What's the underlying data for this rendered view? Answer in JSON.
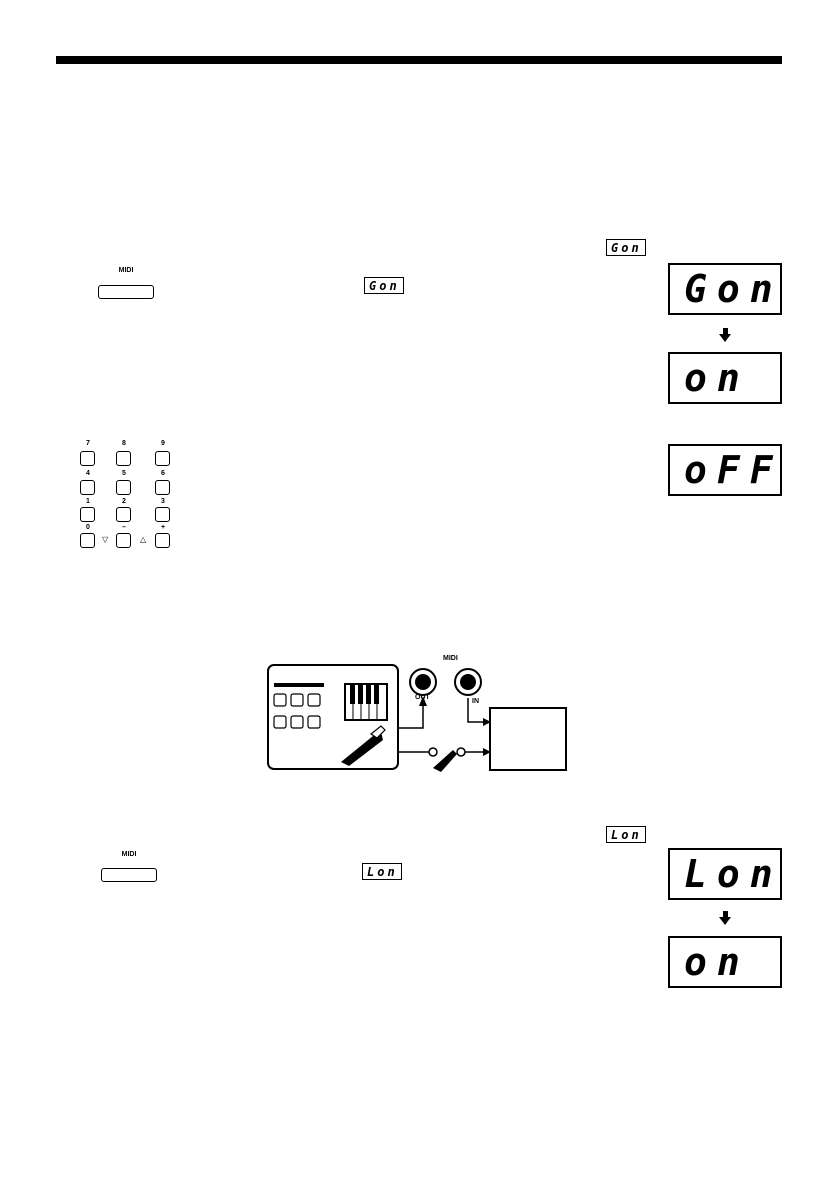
{
  "rule_color": "#000000",
  "section1": {
    "midi_button_label": "MIDI",
    "inline_display_top": "Gon",
    "inline_display_mid": "Gon",
    "display_1": "Gon",
    "display_2": "on",
    "display_3": "oFF"
  },
  "keypad": {
    "keys": [
      {
        "label": "7"
      },
      {
        "label": "8"
      },
      {
        "label": "9"
      },
      {
        "label": "4"
      },
      {
        "label": "5"
      },
      {
        "label": "6"
      },
      {
        "label": "1"
      },
      {
        "label": "2"
      },
      {
        "label": "3"
      },
      {
        "label": "0"
      },
      {
        "label": "–"
      },
      {
        "label": "+"
      }
    ],
    "down_arrow": "▽",
    "up_arrow": "△"
  },
  "diagram": {
    "midi_label": "MIDI",
    "out_label": "OUT",
    "in_label": "IN"
  },
  "section2": {
    "midi_button_label": "MIDI",
    "inline_display_top": "Lon",
    "inline_display_mid": "Lon",
    "display_1": "Lon",
    "display_2": "on"
  }
}
